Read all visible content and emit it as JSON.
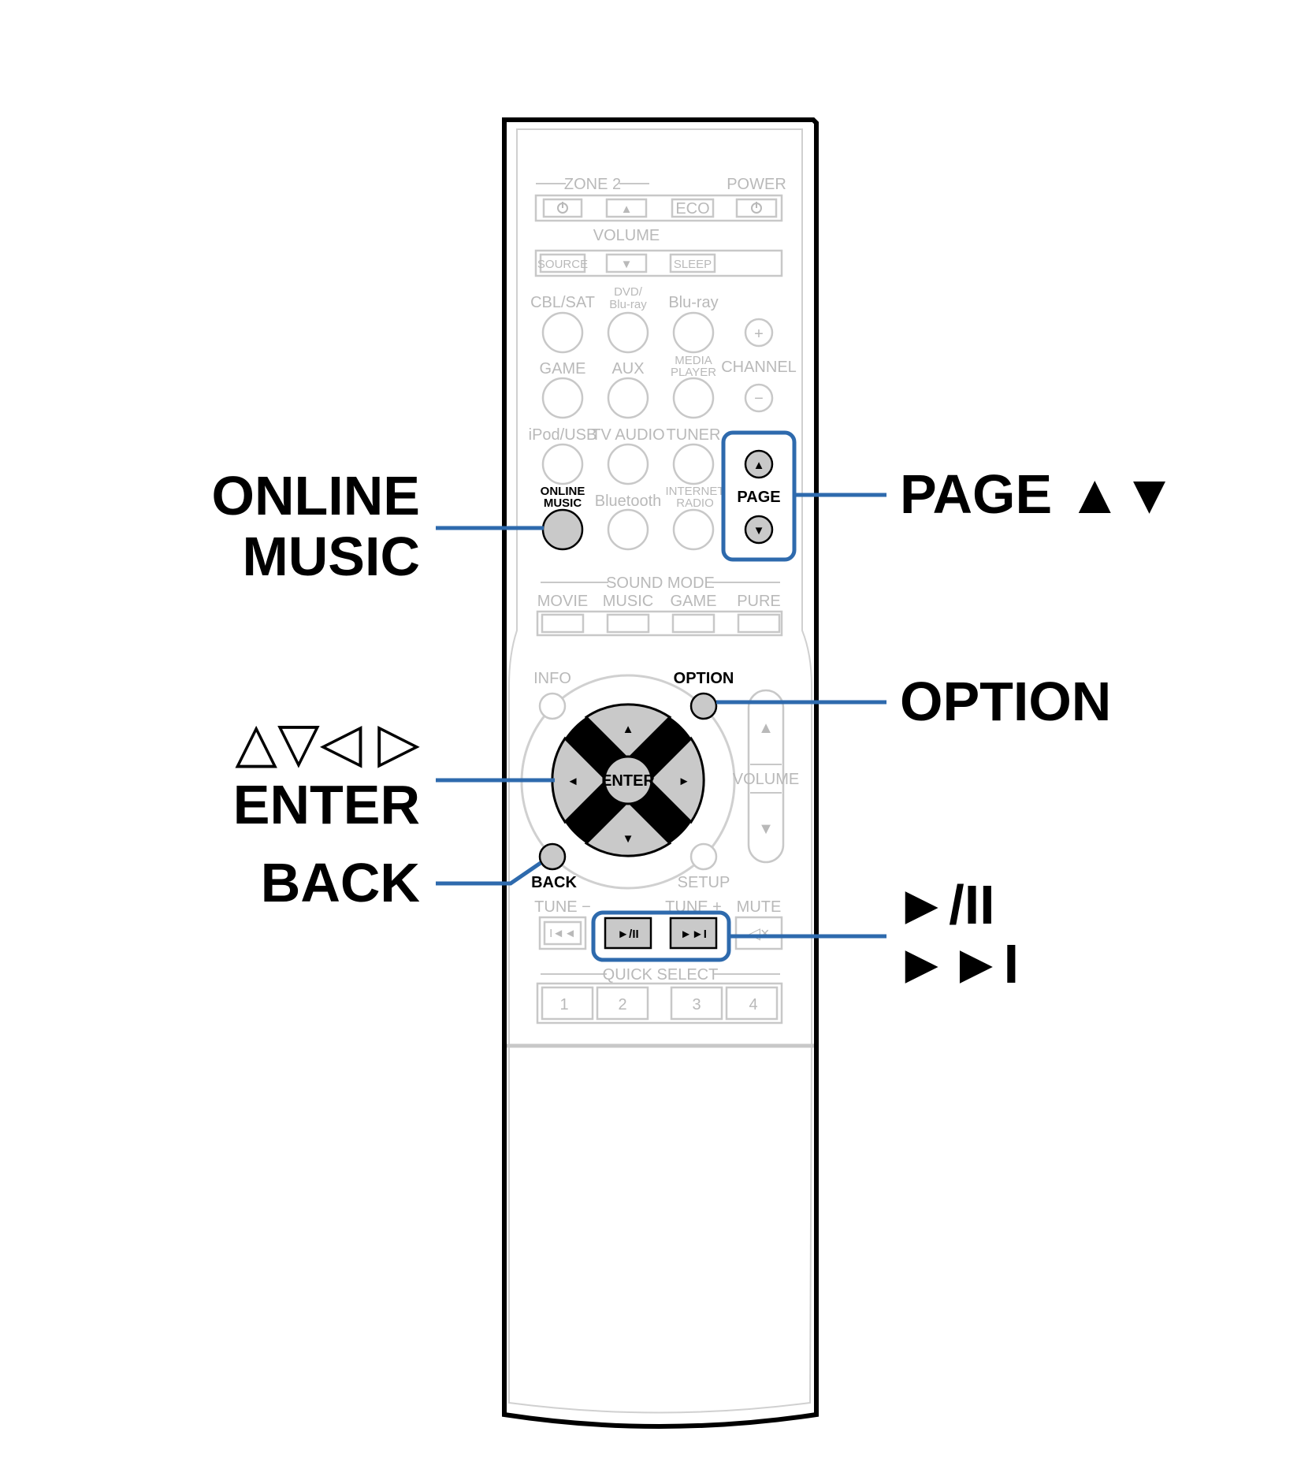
{
  "remote": {
    "zone2_label": "ZONE 2",
    "power_label": "POWER",
    "up_glyph": "▲",
    "down_glyph": "▼",
    "eco_label": "ECO",
    "volume_label": "VOLUME",
    "source_label": "SOURCE",
    "sleep_label": "SLEEP",
    "inputs": [
      {
        "label": "CBL/SAT"
      },
      {
        "label_line1": "DVD/",
        "label_line2": "Blu-ray"
      },
      {
        "label": "Blu-ray"
      },
      {
        "label": "GAME"
      },
      {
        "label": "AUX"
      },
      {
        "label_line1": "MEDIA",
        "label_line2": "PLAYER"
      },
      {
        "label": "iPod/USB"
      },
      {
        "label": "TV AUDIO"
      },
      {
        "label": "TUNER"
      },
      {
        "label_line1": "ONLINE",
        "label_line2": "MUSIC"
      },
      {
        "label": "Bluetooth"
      },
      {
        "label_line1": "INTERNET",
        "label_line2": "RADIO"
      }
    ],
    "channel_label": "CHANNEL",
    "channel_plus": "+",
    "channel_minus": "−",
    "page_label": "PAGE",
    "sound_mode_label": "SOUND MODE",
    "sound_modes": [
      "MOVIE",
      "MUSIC",
      "GAME",
      "PURE"
    ],
    "info_label": "INFO",
    "option_label": "OPTION",
    "enter_label": "ENTER",
    "left_glyph": "◄",
    "right_glyph": "►",
    "back_label": "BACK",
    "setup_label": "SETUP",
    "volume_side_label": "VOLUME",
    "tune_minus_label": "TUNE −",
    "tune_plus_label": "TUNE +",
    "mute_label": "MUTE",
    "prev_glyph": "I◄◄",
    "play_pause_glyph": "►/II",
    "next_glyph": "►►I",
    "mute_glyph": "◁×",
    "quick_select_label": "QUICK SELECT",
    "quick_select": [
      "1",
      "2",
      "3",
      "4"
    ]
  },
  "callouts": {
    "online_music_line1": "ONLINE",
    "online_music_line2": "MUSIC",
    "page": "PAGE ▲▼",
    "option": "OPTION",
    "cursor_arrows": "△▽◁ ▷",
    "enter": "ENTER",
    "back": "BACK",
    "play_pause": "►/II",
    "next": "►►I"
  },
  "colors": {
    "callout_line": "#2e6aad",
    "active_button": "#c9c9c9",
    "inactive_outline": "#c8c8c8"
  }
}
